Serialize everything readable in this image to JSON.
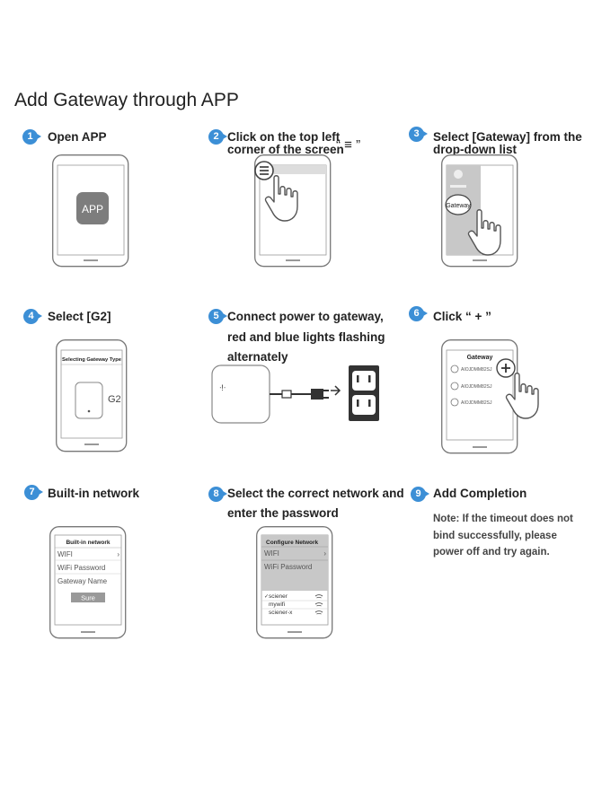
{
  "title": "Add Gateway through APP",
  "steps": [
    {
      "num": "1",
      "text": "Open APP"
    },
    {
      "num": "2",
      "line1": "Click on the top left",
      "line2": "corner of the screen",
      "quote": "“ ≡ ”"
    },
    {
      "num": "3",
      "line1": "Select [Gateway] from the",
      "line2": "drop-down list"
    },
    {
      "num": "4",
      "text": "Select [G2]"
    },
    {
      "num": "5",
      "line1": "Connect power to gateway,",
      "line2": "red and blue lights flashing",
      "line3": "alternately"
    },
    {
      "num": "6",
      "text": "Click “ + ”"
    },
    {
      "num": "7",
      "text": "Built-in network"
    },
    {
      "num": "8",
      "line1": "Select the correct network and",
      "line2": "enter the password"
    },
    {
      "num": "9",
      "text": "Add Completion"
    }
  ],
  "note": {
    "line1": "Note: If the timeout does not",
    "line2": "bind successfully, please",
    "line3": "power off and try again."
  },
  "screens": {
    "app_icon": "APP",
    "gateway_item": "Gateway",
    "select_type_title": "Selecting Gateway Type",
    "g2_label": "G2",
    "gateway_list_title": "Gateway",
    "gateway_ids": [
      "AIOJDMM82SJ",
      "AIOJDMM82SJ",
      "AIOJDMM82SJ"
    ],
    "builtin_title": "Built-in network",
    "builtin_fields": [
      "WIFI",
      "WiFi Password",
      "Gateway Name"
    ],
    "sure_button": "Sure",
    "configure_title": "Configure Network",
    "configure_fields": [
      "WIFI",
      "WiFi Password"
    ],
    "networks": [
      "sciener",
      "mywifi",
      "sciener-x"
    ]
  },
  "colors": {
    "badge": "#3c8fd6",
    "gray_panel": "#c8c8c8"
  },
  "icons": [
    "hand-pointer-icon",
    "menu-icon",
    "plus-icon",
    "wifi-icon",
    "power-outlet-icon"
  ]
}
